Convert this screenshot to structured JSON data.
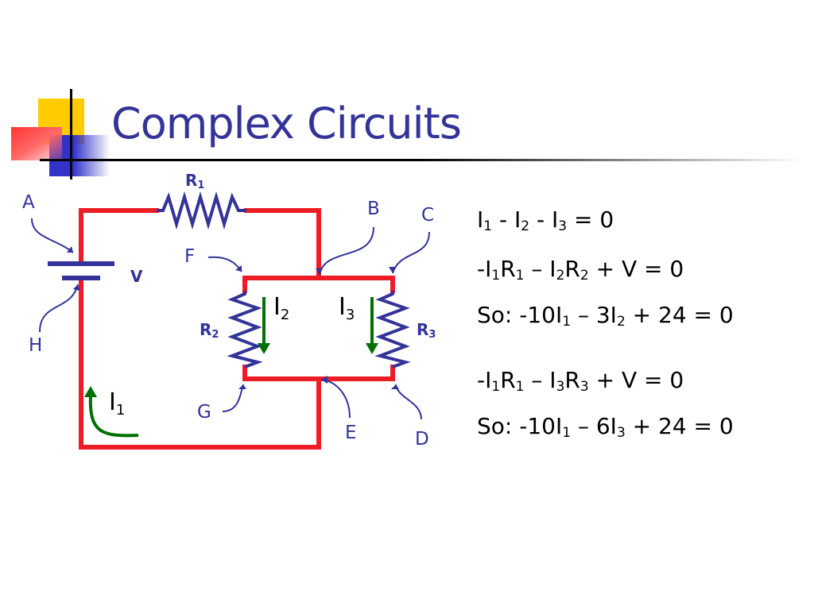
{
  "title": "Complex Circuits",
  "colors": {
    "title": "#333399",
    "wire": "#ee1c25",
    "component": "#333399",
    "current_arrow": "#007000",
    "deco_yellow": "#ffcc00",
    "deco_red": "#ff3333",
    "deco_blue": "#3333cc"
  },
  "diagram": {
    "nodes": [
      "A",
      "B",
      "C",
      "D",
      "E",
      "F",
      "G",
      "H"
    ],
    "components": {
      "r1": {
        "name": "R",
        "sub": "1"
      },
      "r2": {
        "name": "R",
        "sub": "2"
      },
      "r3": {
        "name": "R",
        "sub": "3"
      },
      "source": "V"
    },
    "currents": {
      "i1": {
        "name": "I",
        "sub": "1"
      },
      "i2": {
        "name": "I",
        "sub": "2"
      },
      "i3": {
        "name": "I",
        "sub": "3"
      }
    }
  },
  "equations": [
    {
      "parts": [
        [
          "I",
          ""
        ],
        [
          "1",
          "sub"
        ],
        [
          " - I",
          ""
        ],
        [
          "2",
          "sub"
        ],
        [
          " - I",
          ""
        ],
        [
          "3",
          "sub"
        ],
        [
          " = 0",
          ""
        ]
      ]
    },
    {
      "parts": [
        [
          "-I",
          ""
        ],
        [
          "1",
          "sub"
        ],
        [
          "R",
          ""
        ],
        [
          "1",
          "sub"
        ],
        [
          " – I",
          ""
        ],
        [
          "2",
          "sub"
        ],
        [
          "R",
          ""
        ],
        [
          "2",
          "sub"
        ],
        [
          " + V = 0",
          ""
        ]
      ]
    },
    {
      "parts": [
        [
          "So: -10I",
          ""
        ],
        [
          "1",
          "sub"
        ],
        [
          " – 3I",
          ""
        ],
        [
          "2",
          "sub"
        ],
        [
          " + 24 = 0",
          ""
        ]
      ]
    },
    {
      "parts": [
        [
          "-I",
          ""
        ],
        [
          "1",
          "sub"
        ],
        [
          "R",
          ""
        ],
        [
          "1",
          "sub"
        ],
        [
          " – I",
          ""
        ],
        [
          "3",
          "sub"
        ],
        [
          "R",
          ""
        ],
        [
          "3",
          "sub"
        ],
        [
          " + V = 0",
          ""
        ]
      ]
    },
    {
      "parts": [
        [
          "So: -10I",
          ""
        ],
        [
          "1",
          "sub"
        ],
        [
          " – 6I",
          ""
        ],
        [
          "3",
          "sub"
        ],
        [
          " + 24 = 0",
          ""
        ]
      ]
    }
  ]
}
